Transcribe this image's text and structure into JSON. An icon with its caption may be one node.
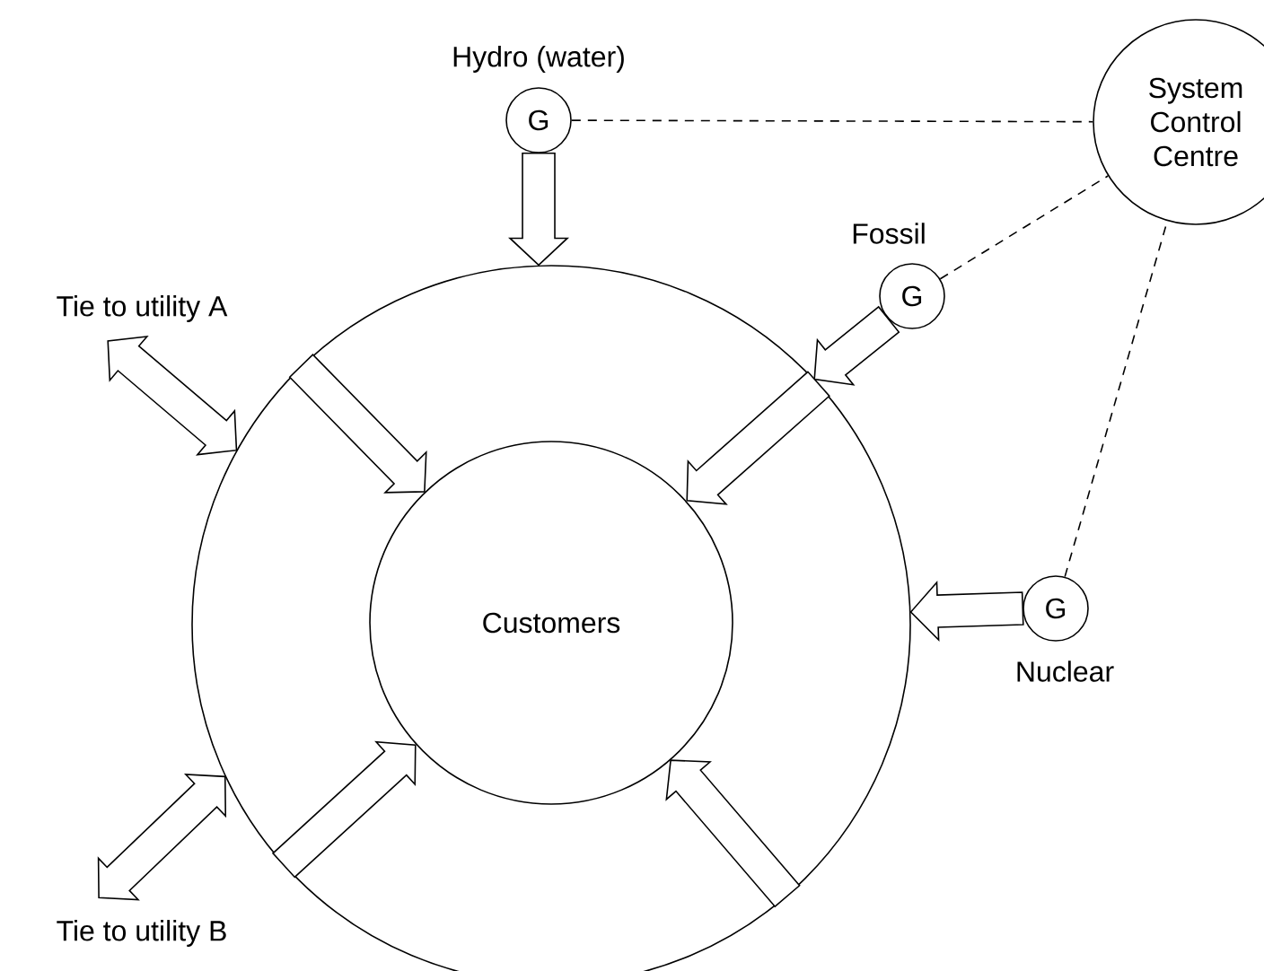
{
  "diagram": {
    "nodes": [
      {
        "text": [],
        "shape": "circle"
      },
      {
        "text": [
          "Customers"
        ],
        "in": 0
      },
      {
        "text": [
          "G"
        ],
        "beside": [
          "Hydro (water)"
        ]
      },
      {
        "text": [
          "System Control Centre"
        ]
      },
      {
        "text": [
          "G"
        ],
        "beside": [
          "Fossil"
        ]
      },
      {
        "text": [
          "G"
        ],
        "beside": [
          "Nuclear"
        ]
      },
      {
        "text": [
          "Tie to utility A"
        ]
      },
      {
        "text": [
          "Tie to utility B"
        ]
      }
    ],
    "edges": [
      {
        "from": 2,
        "to": 0,
        "arrow": "to"
      },
      {
        "from": 4,
        "to": 0,
        "arrow": "to"
      },
      {
        "from": 5,
        "to": 0,
        "arrow": "to"
      },
      {
        "from": 0,
        "to": 1,
        "arrow": "to"
      },
      {
        "from": 0,
        "to": 1,
        "arrow": "to"
      },
      {
        "from": 0,
        "to": 1,
        "arrow": "to"
      },
      {
        "from": 0,
        "to": 1,
        "arrow": "to"
      },
      {
        "from": 0,
        "to": 6,
        "arrow": "both"
      },
      {
        "from": 0,
        "to": 7,
        "arrow": "both"
      },
      {
        "from": 2,
        "to": 3,
        "arrow": "none",
        "style": "dashed"
      },
      {
        "from": 4,
        "to": 3,
        "arrow": "none",
        "style": "dashed"
      },
      {
        "from": 5,
        "to": 3,
        "arrow": "none",
        "style": "dashed"
      }
    ]
  }
}
